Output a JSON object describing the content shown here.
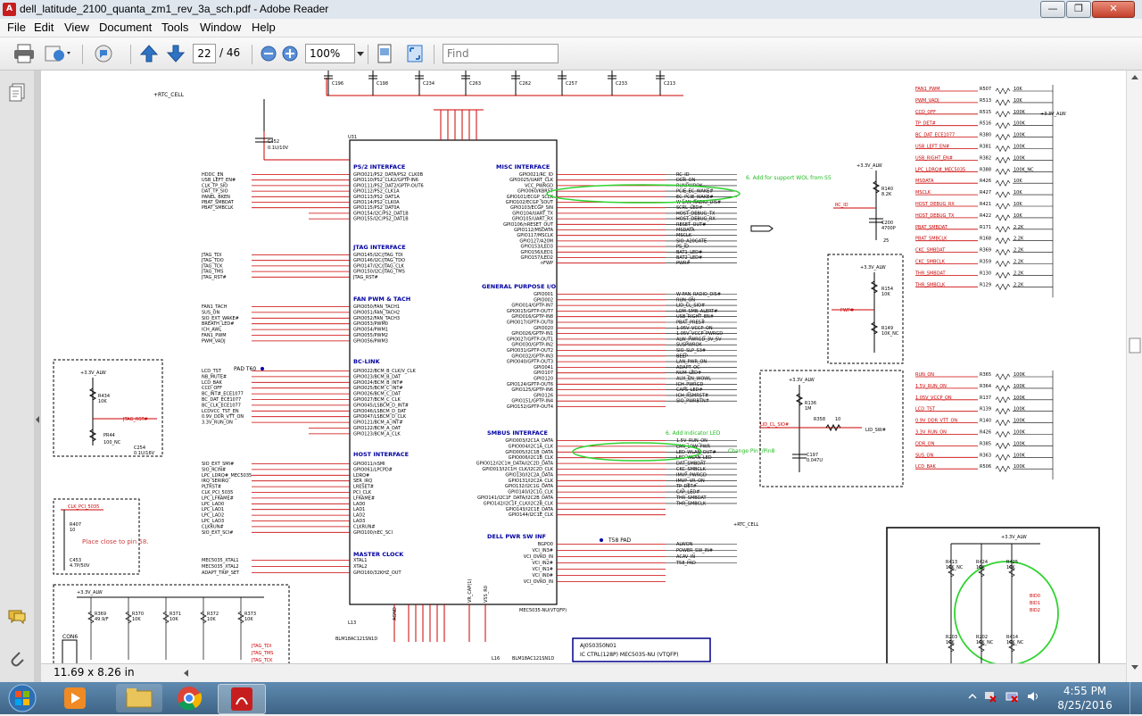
{
  "window": {
    "title": "dell_latitude_2100_quanta_zm1_rev_3a_sch.pdf - Adobe Reader",
    "minimize": "—",
    "maximize": "❐",
    "close": "✕"
  },
  "menu": [
    "File",
    "Edit",
    "View",
    "Document",
    "Tools",
    "Window",
    "Help"
  ],
  "toolbar": {
    "current_page": "22",
    "page_total": "/ 46",
    "zoom": "100%",
    "find_placeholder": "Find"
  },
  "status": {
    "page_size": "11.69 x 8.26 in"
  },
  "taskbar": {
    "time": "4:55 PM",
    "date": "8/25/2016"
  },
  "schematic": {
    "rail_labels": [
      "+RTC_CELL",
      "+3.3V_ALW",
      "+3.3V_ALW",
      "+3.3V_ALW",
      "+3.3V_ALW",
      "+3.3V_ALW",
      "+RTC_CELL"
    ],
    "top_caps": [
      "C196",
      "C198",
      "C234",
      "C263",
      "C262",
      "C257",
      "C233",
      "C213"
    ],
    "chip_ref": "U31",
    "chip_part": "MEC5035-NU(VTQFP)",
    "sections_left": [
      "PS/2 INTERFACE",
      "JTAG INTERFACE",
      "FAN PWM & TACH",
      "BC-LINK",
      "HOST INTERFACE",
      "MASTER CLOCK"
    ],
    "sections_right": [
      "MISC INTERFACE",
      "GENERAL PURPOSE I/O",
      "SMBUS INTERFACE",
      "DELL PWR SW INF"
    ],
    "ps2_signals": [
      "HDDC_EN",
      "USB_LEFT_EN#",
      "CLK_TP_SIO",
      "DAT_TP_SIO",
      "PANEL_BKEN",
      "PBAT_SMBDAT",
      "PBAT_SMBCLK"
    ],
    "ps2_pins": [
      "GPIO021/PS2_DATA/PS2_CLK0B",
      "GPIO110/PS2_CLK2/GPTP-IN6",
      "GPIO111/PS2_DAT2/GPTP-OUT6",
      "GPIO112/PS2_CLK1A",
      "GPIO113/PS2_DAT1A",
      "GPIO114/PS2_CLK0A",
      "GPIO115/PS2_DAT0A",
      "GPIO154/I2C/PS2_DAT1B",
      "GPIO155/I2C/PS2_DAT1B"
    ],
    "jtag_signals": [
      "JTAG_TDI",
      "JTAG_TDO",
      "JTAG_TCK",
      "JTAG_TMS",
      "JTAG_RST#"
    ],
    "jtag_pins": [
      "GPIO145/I2C/JTAG_TDI",
      "GPIO146/I2C/JTAG_TDO",
      "GPIO147/I2C/JTAG_CLK",
      "GPIO150/I2C/JTAG_TMS",
      "JTAG_RST#"
    ],
    "fan_signals": [
      "FAN1_TACH",
      "SUS_ON",
      "SIO_EXT_WAKE#",
      "BREATH_LED#",
      "ICH_AWL",
      "FAN1_PWM",
      "PWM_VADJ"
    ],
    "fan_pins": [
      "GPIO050/FAN_TACH1",
      "GPIO051/FAN_TACH2",
      "GPIO052/FAN_TACH3",
      "GPIO053/PWM0",
      "GPIO054/PWM1",
      "GPIO055/PWM2",
      "GPIO056/PWM3"
    ],
    "bclink_signals": [
      "LCD_TST",
      "NB_MUTE#",
      "LCD_BAK",
      "CCD_OFF",
      "BC_INT#_ECE1077",
      "BC_DAT_ECE1077",
      "BC_CLK_ECE1077",
      "LCDVCC_TST_EN",
      "0.9V_DDR_VTT_ON",
      "3.3V_RUN_ON"
    ],
    "bclink_pins": [
      "GPIO022/BCM_B_CLK/V_CLK",
      "GPIO023/BCM_B_DAT",
      "GPIO024/BCM_B_INT#",
      "GPIO025/BCM_C_INT#",
      "GPIO026/BCM_C_DAT",
      "GPIO027/BCM_C_CLK",
      "GPIO045/LSBCM_D_INT#",
      "GPIO046/LSBCM_D_DAT",
      "GPIO047/LSBCM_D_CLK",
      "GPIO121/BCM_A_INT#",
      "GPIO122/BCM_A_DAT",
      "GPIO123/BCM_A_CLK"
    ],
    "host_signals": [
      "SIO_EXT_SMI#",
      "SIO_RCIN#",
      "LPC_LDRQ#_MEC5035",
      "IRQ_SERIRQ",
      "PLTRST#",
      "CLK_PCI_5035",
      "LPC_LFRAME#",
      "LPC_LAD0",
      "LPC_LAD1",
      "LPC_LAD2",
      "LPC_LAD3",
      "CLKRUN#",
      "SIO_EXT_SCI#"
    ],
    "host_pins": [
      "GPIO011/nSMI",
      "GPIO061/LPCPD#",
      "LDRQ#",
      "SER_IRQ",
      "LRESET#",
      "PCI_CLK",
      "LFRAME#",
      "LAD0",
      "LAD1",
      "LAD2",
      "LAD3",
      "CLKRUN#",
      "GPIO100/nEC_SCI"
    ],
    "clock_signals": [
      "MEC5035_XTAL1",
      "MEC5035_XTAL2",
      "ADAPT_TRIP_SET"
    ],
    "clock_pins": [
      "XTAL1",
      "XTAL2",
      "GPIO160/32KHZ_OUT"
    ],
    "misc_pins": [
      "GPIO021/RC_ID",
      "GPIO025/UART_CLK",
      "VCC_PWRGD",
      "GPIO060/KBRST",
      "GPIO101/ECGP_SCLK",
      "GPIO102/ECGP_SOUT",
      "GPIO103/ECGP_SIN",
      "GPIO104/UART_TX",
      "GPIO105/UART_RX",
      "GPIO106/nRESET_OUT",
      "GPIO112/MSDATA",
      "GPIO117/MSCLK",
      "GPIO127/A20M",
      "GPIO153/LED3",
      "GPIO156/LED1",
      "GPIO157/LED2",
      "nFWP"
    ],
    "misc_nets": [
      "RC_ID",
      "DDR_ON",
      "RUNPWROK",
      "PCIE_EC_WAKE#",
      "EC_PCIE_WAKE#",
      "W-LAN_RADIO_DIS#",
      "SCRL_LED#",
      "HOST_DEBUG_TX",
      "HOST_DEBUG_RX",
      "RESET_OUT#",
      "MSDATA",
      "MSCLK",
      "SIO_A20GATE",
      "PS_ID",
      "BAT1_LED#",
      "BAT2_LED#",
      "PWR#"
    ],
    "gpio_pins": [
      "GPIO001",
      "GPIO002",
      "GPIO014/GPTP-IN7",
      "GPIO015/GPTP-OUT7",
      "GPIO016/GPTP-IN8",
      "GPIO017/GPTP-OUT8",
      "GPIO020",
      "GPIO026/GPTP-IN1",
      "GPIO027/GPTP-OUT1",
      "GPIO030/GPTP-IN2",
      "GPIO031/GPTP-OUT2",
      "GPIO032/GPTP-IN3",
      "GPIO040/GPTP-OUT3",
      "GPIO041",
      "GPIO107",
      "GPIO120",
      "GPIO124/GPTP-OUT6",
      "GPIO125/GPTP-IN6",
      "GPIO126",
      "GPIO151/GPTP-IN4",
      "GPIO152/GPTP-OUT4"
    ],
    "gpio_nets": [
      "W-PAN_RADIO_DIS#",
      "RUN_ON",
      "LID_CL_SIO#",
      "LOM_SMB_ALERT#",
      "USB_RIGHT_EN#",
      "PBAT_PRES#",
      "1.05V_VCCP_ON",
      "1.05V_VCCP_PWRGD",
      "ALW_PWRGD_3V_5V",
      "SUSPWROK",
      "SIO_SLP_S3#",
      "BEEP",
      "LAN_PWR_ON",
      "ADAPT_OC",
      "NUM_LED#",
      "AUX_EN_WOWL",
      "ICH_PWRGD",
      "CAPS_LED#",
      "ICH_RSMRST#",
      "SIO_PWRBTN#"
    ],
    "smbus_pins": [
      "GPIO003/I2C1A_DATA",
      "GPIO004/I2C1A_CLK",
      "GPIO005/I2C1B_DATA",
      "GPIO006/I2C1B_CLK",
      "GPIO012/I2C1H_DATA/I2C2D_DATA",
      "GPIO013/I2C1H_CLK/I2C2D_CLK",
      "GPIO130/I2C2A_DATA",
      "GPIO131/I2C2A_CLK",
      "GPIO132/I2C1G_DATA",
      "GPIO140/I2C1G_CLK",
      "GPIO141/I2C1F_DATA/I2C2B_DATA",
      "GPIO142/I2C1F_CLK/I2C2B_CLK",
      "GPIO143/I2C1E_DATA",
      "GPIO144/I2C1E_CLK"
    ],
    "smbus_nets": [
      "1.5V_RUN_ON",
      "LAN_LOW_PWR",
      "LED_WLAN_OUT#",
      "LED_WLAN_LED",
      "DAT_SMBDAT",
      "CKC_SMBCLK",
      "IMVP_PWRGD",
      "IMVP_VR_ON",
      "TP_DET#",
      "CAP_LED#",
      "THR_SMBDAT",
      "THR_SMBCLK"
    ],
    "pwr_pins": [
      "BGPO0",
      "VCI_IN3#",
      "VCI_OVRD_IN",
      "VCI_IN2#",
      "VCI_IN1#",
      "VCI_IN0#",
      "VCI_OVRD_IN"
    ],
    "pwr_nets": [
      "ALWON",
      "POWER_SW_IN#",
      "ACAV_IN",
      "T58_PAD"
    ],
    "right_nets": [
      "FAN1_PWM",
      "PWM_VADJ",
      "CCD_OFF",
      "TP_DET#",
      "BC_DAT_ECE1077",
      "USB_LEFT_EN#",
      "USB_RIGHT_EN#",
      "LPC_LDRQ#_MEC5035",
      "MSDATA",
      "MSCLK",
      "HOST_DEBUG_RX",
      "HOST_DEBUG_TX",
      "PBAT_SMBDAT",
      "PBAT_SMBCLK",
      "CKC_SMBDAT",
      "CKC_SMBCLK",
      "THR_SMBDAT",
      "THR_SMBCLK"
    ],
    "right_refs": [
      "R507",
      "R513",
      "R515",
      "R516",
      "R380",
      "R381",
      "R382",
      "R388",
      "R426",
      "R427",
      "R421",
      "R422",
      "R171",
      "R168",
      "R369",
      "R359",
      "R130",
      "R129"
    ],
    "right_values": [
      "10K",
      "10K",
      "100K",
      "100K",
      "100K",
      "100K",
      "100K",
      "100K_NC",
      "10K",
      "10K",
      "10K",
      "10K",
      "2.2K",
      "2.2K",
      "2.2K",
      "2.2K",
      "2.2K",
      "2.2K"
    ],
    "right2_nets": [
      "RUN_ON",
      "1.5V_RUN_ON",
      "1.05V_VCCP_ON",
      "LCD_TST",
      "0.9V_DDR_VTT_ON",
      "3.3V_RUN_ON",
      "DDR_ON",
      "SUS_ON",
      "LCD_BAK"
    ],
    "right2_refs": [
      "R365",
      "R364",
      "R137",
      "R139",
      "R140",
      "R426",
      "R385",
      "R363",
      "R506"
    ],
    "right2_values": [
      "100K",
      "100K",
      "100K",
      "100K",
      "100K",
      "100K",
      "100K",
      "100K",
      "100K"
    ],
    "annotations": [
      "6. Add for support WOL from S5",
      "6. Add Indicator LED",
      "Change Pin7/Pin8",
      "Place close to pin 58."
    ],
    "title_block": [
      "AJ050350N01",
      "IC CTRL(128P) MEC5035-NU (VTQFP)"
    ],
    "lid_circuit": [
      "+3.3V_ALW",
      "R136",
      "1M",
      "R358",
      "10",
      "LID_SW#",
      "C197",
      "0.047U",
      "LID_CL_SIO#"
    ],
    "rc_id_circuit": [
      "R140",
      "8.2K",
      "RC_ID",
      "C200",
      "4700P",
      "25"
    ],
    "fwp_circuit": [
      "R154",
      "10K",
      "FWP#",
      "R149",
      "10K_NC"
    ],
    "rtc_cap": [
      "C452",
      "0.1U/10V"
    ],
    "bottom_left_refs": [
      "R369",
      "R370",
      "R371",
      "R372",
      "R373"
    ],
    "bottom_left_values": [
      "49.9/F",
      "10K",
      "10K",
      "10K",
      "10K"
    ],
    "bottom_left_nets": [
      "JTAG_TDI",
      "JTAG_TMS",
      "JTAG_TCK"
    ],
    "conn_label": "CON6",
    "bead_labels": [
      "L13",
      "BLM18AC121SN1D",
      "L16",
      "BLM18AC121SN1D"
    ],
    "vcc_labels": [
      "AGND",
      "VR_CAP(1)",
      "VSS_R0"
    ],
    "bottom_right_refs": [
      "R413",
      "R424",
      "R425",
      "R203",
      "R202",
      "R414"
    ],
    "bottom_right_values": [
      "10K_NC",
      "10K",
      "10K",
      "10K",
      "10K_NC",
      "10K_NC"
    ],
    "bottom_right_nets": [
      "BID0",
      "BID1",
      "BID2"
    ],
    "pad_labels": [
      "PAD T60",
      "T58 PAD"
    ],
    "pr44": [
      "PR44",
      "100_NC",
      "C254",
      "0.1U/16V"
    ],
    "clk_pci": [
      "CLK_PCI_5035",
      "R407",
      "10",
      "C453",
      "4.7P/50V"
    ]
  }
}
